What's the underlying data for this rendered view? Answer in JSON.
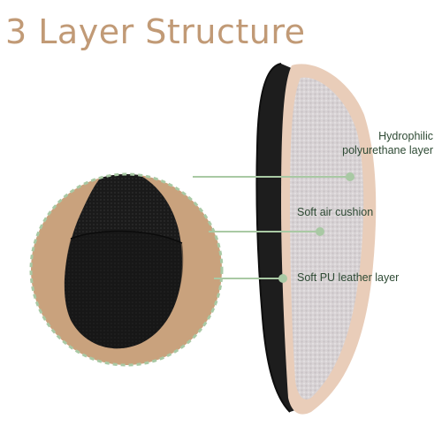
{
  "title": "3 Layer Structure",
  "labels": {
    "layer_1_line_1": "Hydrophilic",
    "layer_1_line_2": "polyurethane layer",
    "layer_2": "Soft air cushion",
    "layer_3": "Soft PU leather layer"
  },
  "colors": {
    "title": "#c19a76",
    "label_text": "#2e4a34",
    "callout_green": "#a9c9a4",
    "tan_background": "#c9a27d",
    "black_leather": "#1d1d1d",
    "sponge_pink": "#e9cdb9",
    "sponge_grey": "#d9d4d6"
  }
}
